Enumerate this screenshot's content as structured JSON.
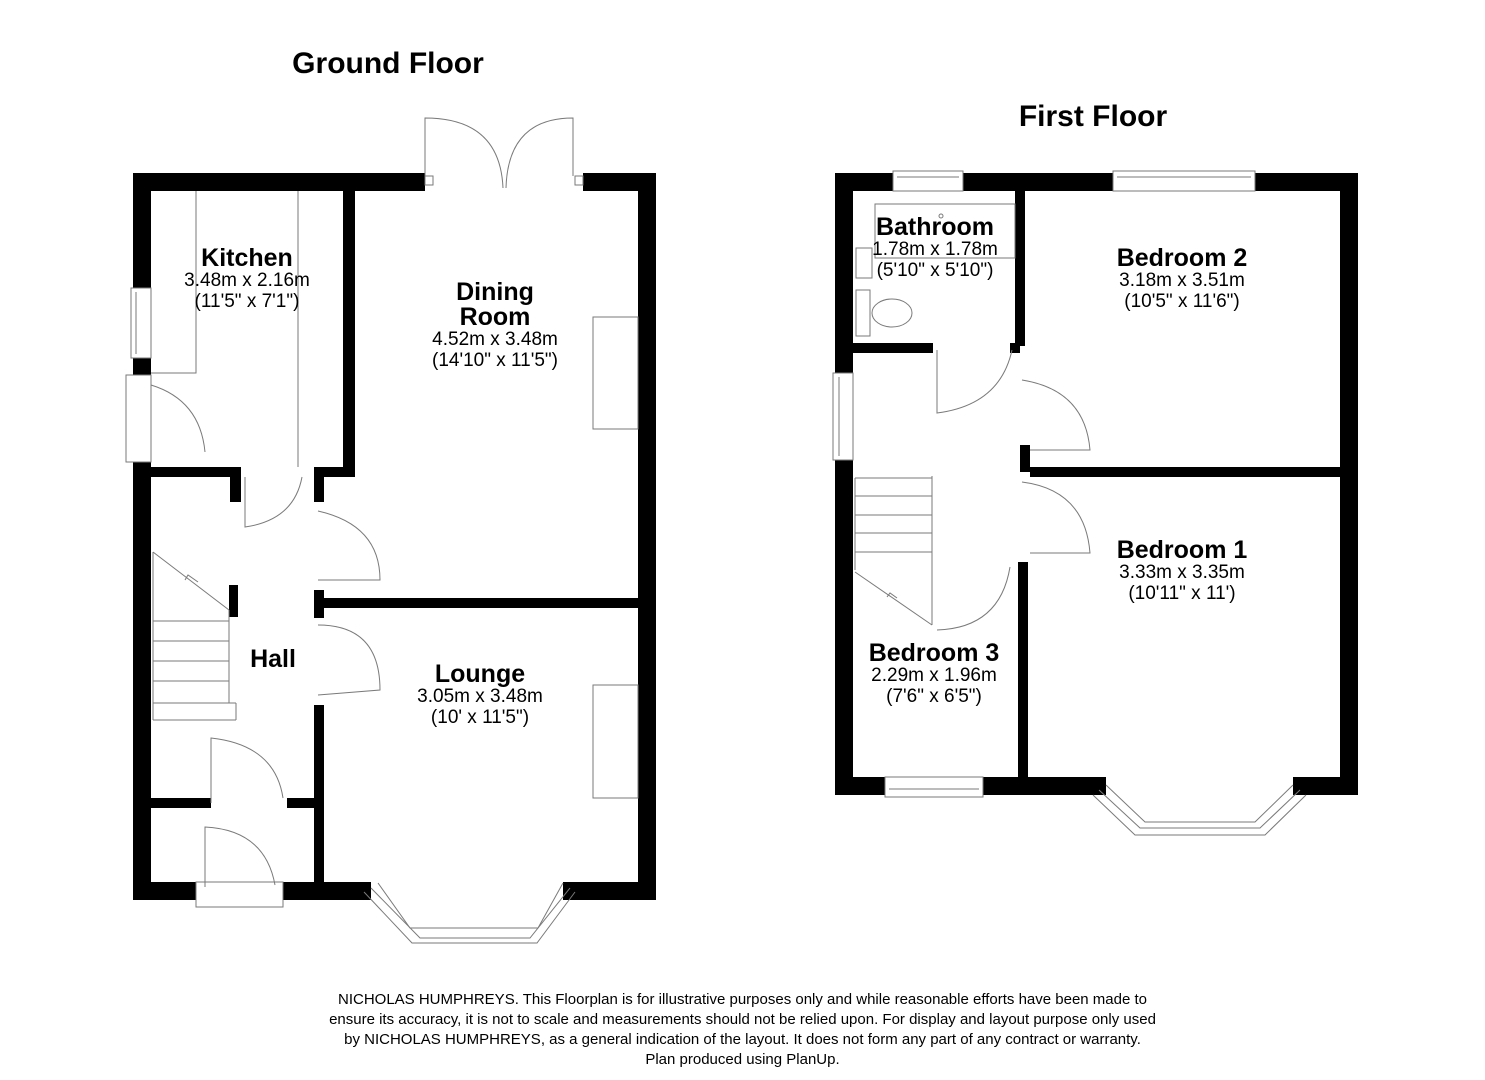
{
  "floors": [
    {
      "title": "Ground Floor",
      "rooms": [
        {
          "name": "Kitchen",
          "dim_m": "3.48m x 2.16m",
          "dim_ft": "(11'5\" x 7'1\")"
        },
        {
          "name": "Dining",
          "name2": "Room",
          "dim_m": "4.52m x 3.48m",
          "dim_ft": "(14'10\" x 11'5\")"
        },
        {
          "name": "Hall"
        },
        {
          "name": "Lounge",
          "dim_m": "3.05m x 3.48m",
          "dim_ft": "(10' x 11'5\")"
        }
      ]
    },
    {
      "title": "First Floor",
      "rooms": [
        {
          "name": "Bathroom",
          "dim_m": "1.78m x 1.78m",
          "dim_ft": "(5'10\" x 5'10\")"
        },
        {
          "name": "Bedroom 2",
          "dim_m": "3.18m x 3.51m",
          "dim_ft": "(10'5\" x 11'6\")"
        },
        {
          "name": "Bedroom 1",
          "dim_m": "3.33m x 3.35m",
          "dim_ft": "(10'11\" x 11')"
        },
        {
          "name": "Bedroom 3",
          "dim_m": "2.29m x 1.96m",
          "dim_ft": "(7'6\" x 6'5\")"
        }
      ]
    }
  ],
  "disclaimer": {
    "line1": "NICHOLAS HUMPHREYS. This Floorplan is for illustrative purposes only and while reasonable efforts have been made to",
    "line2": "ensure its accuracy, it is not to scale and measurements should not be relied upon. For display and layout purpose only used",
    "line3": "by NICHOLAS HUMPHREYS, as a general indication of the layout. It does not form any part of any contract or warranty.",
    "line4": "Plan produced using PlanUp."
  },
  "colors": {
    "wall": "#000000",
    "fixture_line": "#7a7a7a",
    "background": "#ffffff"
  }
}
